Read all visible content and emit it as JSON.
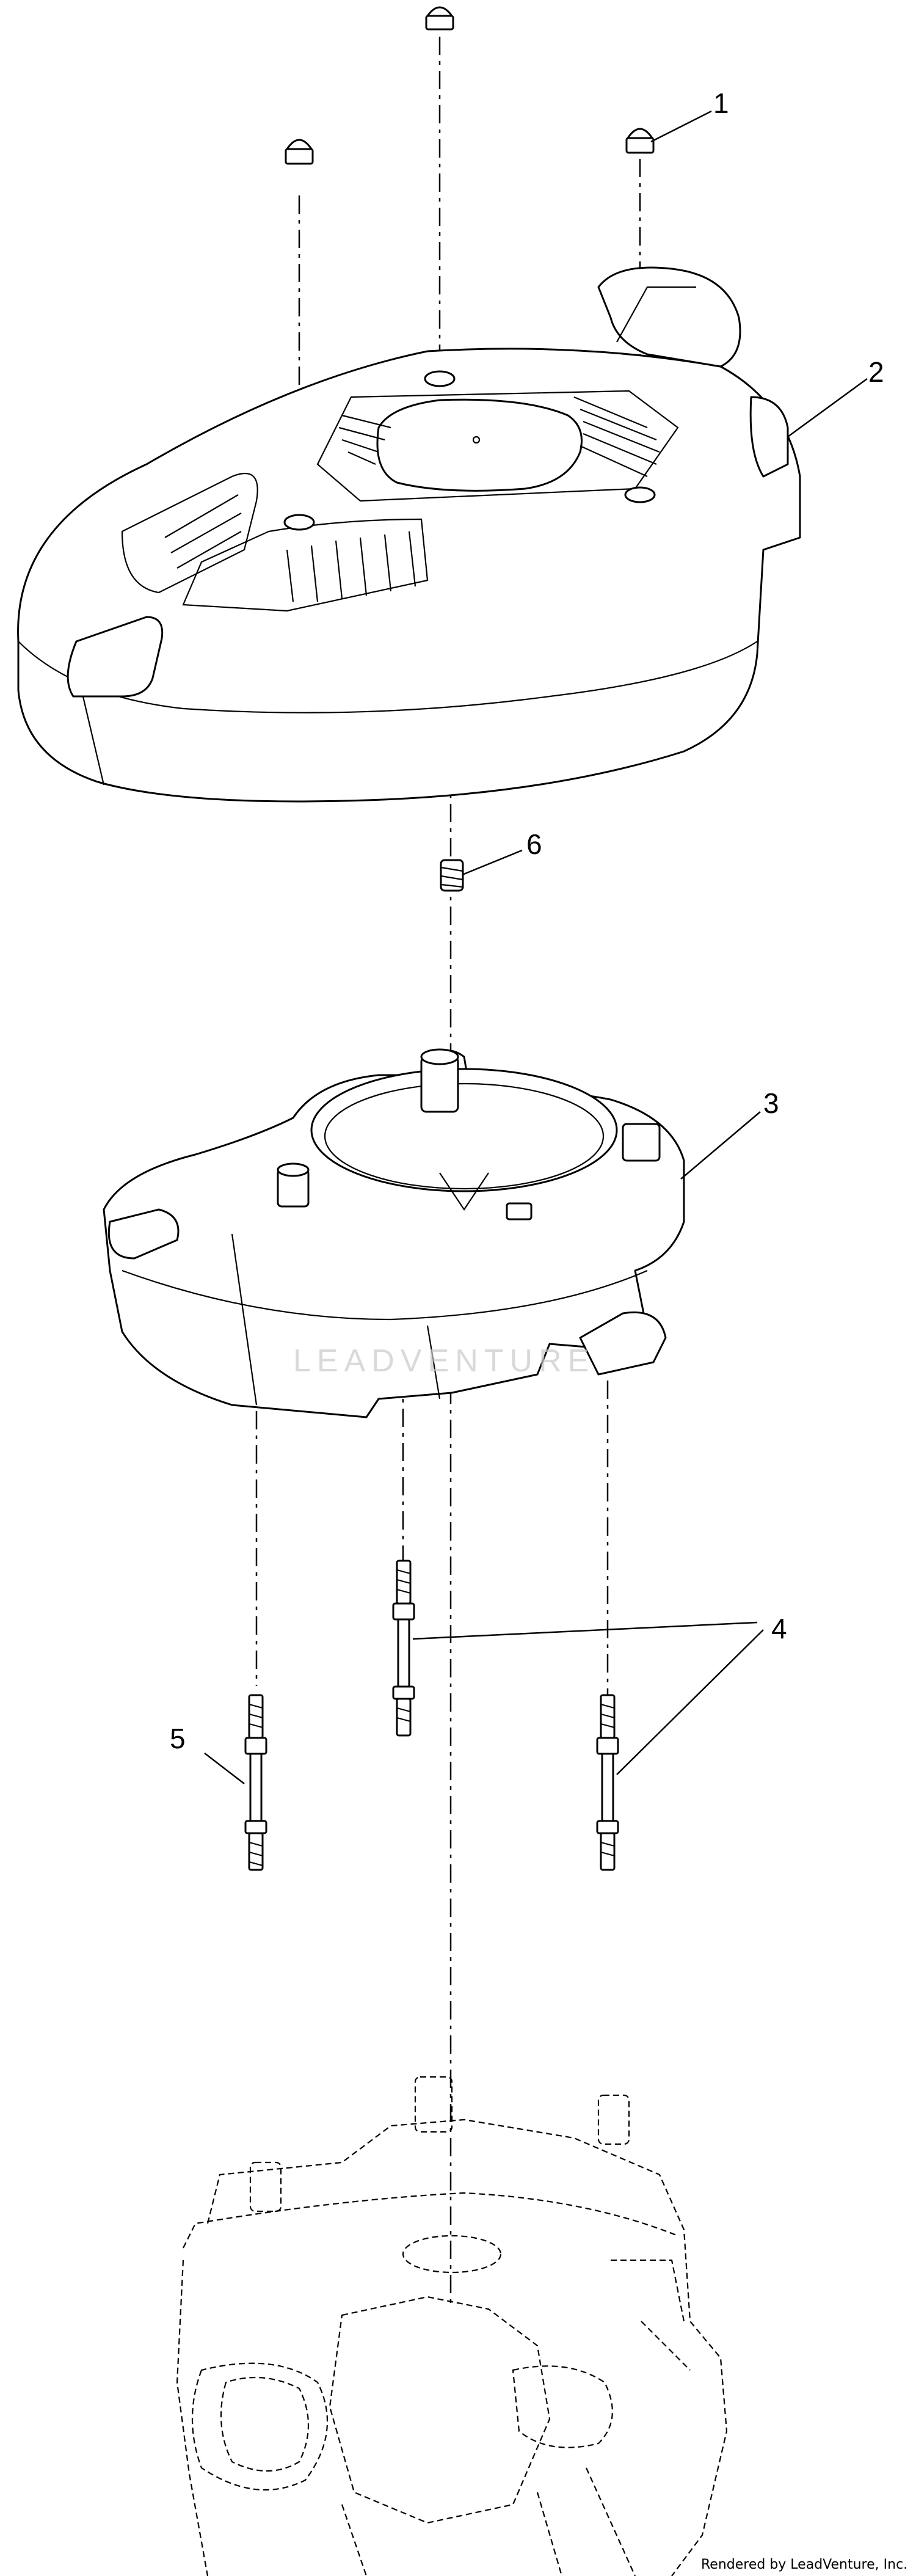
{
  "callouts": {
    "c1": "1",
    "c2": "2",
    "c3": "3",
    "c4": "4",
    "c5": "5",
    "c6": "6"
  },
  "watermark": "LEADVENTURE",
  "credit": "Rendered by LeadVenture, Inc.",
  "colors": {
    "line": "#000000",
    "background": "#ffffff",
    "watermark": "#c9c9c9"
  }
}
